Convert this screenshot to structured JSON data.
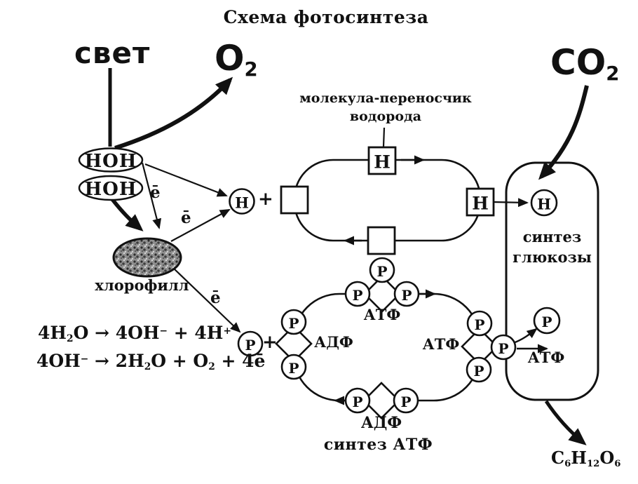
{
  "title": "Схема фотосинтеза",
  "inputs": {
    "light": "свет"
  },
  "molecules": {
    "o2": [
      [
        "n",
        "O"
      ],
      [
        "sub",
        "2"
      ]
    ],
    "co2": [
      [
        "n",
        "CO"
      ],
      [
        "sub",
        "2"
      ]
    ],
    "water": "НОН",
    "glucose_formula": [
      [
        "n",
        "C"
      ],
      [
        "sub",
        "6"
      ],
      [
        "n",
        "H"
      ],
      [
        "sub",
        "12"
      ],
      [
        "n",
        "O"
      ],
      [
        "sub",
        "6"
      ]
    ],
    "electron": "ē",
    "phosphate": "P",
    "hydrogen": "H",
    "plus": "+"
  },
  "labels": {
    "carrier_line1": "молекула-переносчик",
    "carrier_line2": "водорода",
    "chlorophyll": "хлорофилл",
    "atp": "АТФ",
    "adp": "АДФ",
    "atp_synthesis": "синтез АТФ",
    "glucose_synthesis_line1": "синтез",
    "glucose_synthesis_line2": "глюкозы"
  },
  "equations": {
    "line1": [
      [
        "n",
        "4H"
      ],
      [
        "sub",
        "2"
      ],
      [
        "n",
        "O → 4OH"
      ],
      [
        "sup",
        "−"
      ],
      [
        "n",
        " + 4H"
      ],
      [
        "sup",
        "+"
      ]
    ],
    "line2": [
      [
        "n",
        "4OH"
      ],
      [
        "sup",
        "−"
      ],
      [
        "n",
        " → 2H"
      ],
      [
        "sub",
        "2"
      ],
      [
        "n",
        "O + O"
      ],
      [
        "sub",
        "2"
      ],
      [
        "n",
        " + 4ē"
      ]
    ]
  },
  "colors": {
    "ink": "#111111",
    "background": "#ffffff",
    "chlorophyll_fill": "#8f8f8f"
  }
}
